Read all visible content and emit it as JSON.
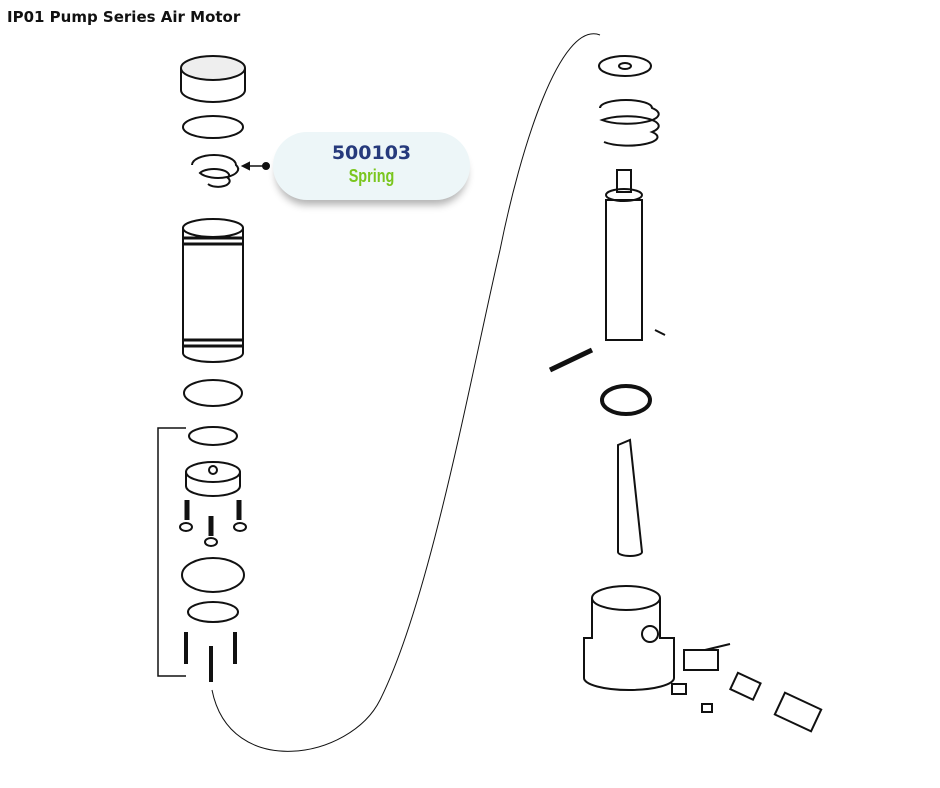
{
  "title": "IP01 Pump Series Air Motor",
  "callout": {
    "part_number": "500103",
    "part_name": "Spring",
    "number_color": "#263a7c",
    "name_color": "#7ac61e"
  }
}
